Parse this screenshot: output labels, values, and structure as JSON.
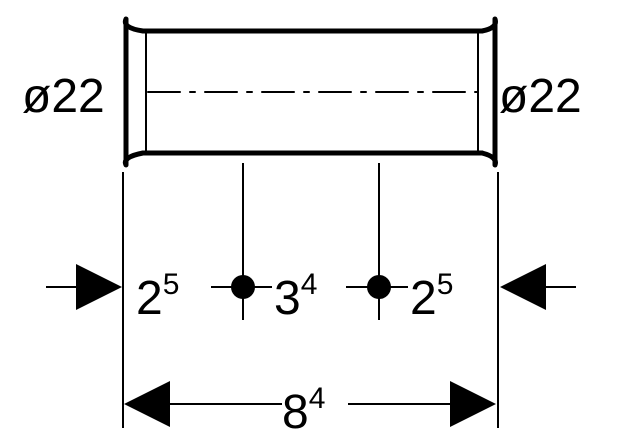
{
  "diagram": {
    "left_diameter": "ø22",
    "right_diameter": "ø22",
    "segments": [
      {
        "base": "2",
        "sup": "5"
      },
      {
        "base": "3",
        "sup": "4"
      },
      {
        "base": "2",
        "sup": "5"
      }
    ],
    "overall": {
      "base": "8",
      "sup": "4"
    },
    "stroke_color": "#000000"
  }
}
